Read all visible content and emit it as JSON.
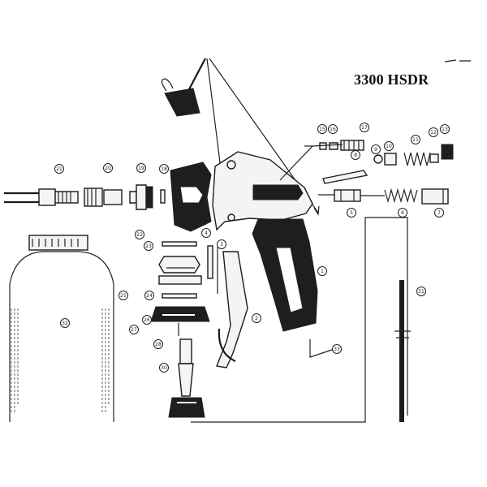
{
  "title": "3300 HSDR",
  "callouts": [
    {
      "id": "c1",
      "label": "1"
    },
    {
      "id": "c2",
      "label": "2"
    },
    {
      "id": "c3",
      "label": "3"
    },
    {
      "id": "c4",
      "label": "4"
    },
    {
      "id": "c5",
      "label": "5"
    },
    {
      "id": "c6",
      "label": "6"
    },
    {
      "id": "c7",
      "label": "7"
    },
    {
      "id": "c8",
      "label": "8"
    },
    {
      "id": "c9",
      "label": "9"
    },
    {
      "id": "c10",
      "label": "10"
    },
    {
      "id": "c11",
      "label": "11"
    },
    {
      "id": "c12",
      "label": "12"
    },
    {
      "id": "c13",
      "label": "13"
    },
    {
      "id": "c15",
      "label": "15"
    },
    {
      "id": "c16",
      "label": "16"
    },
    {
      "id": "c17",
      "label": "17"
    },
    {
      "id": "c18",
      "label": "18"
    },
    {
      "id": "c19",
      "label": "19"
    },
    {
      "id": "c20",
      "label": "20"
    },
    {
      "id": "c21",
      "label": "21"
    },
    {
      "id": "c22",
      "label": "22"
    },
    {
      "id": "c23",
      "label": "23"
    },
    {
      "id": "c24",
      "label": "24"
    },
    {
      "id": "c25",
      "label": "25"
    },
    {
      "id": "c26",
      "label": "26"
    },
    {
      "id": "c27",
      "label": "27"
    },
    {
      "id": "c28",
      "label": "28"
    },
    {
      "id": "c30",
      "label": "30"
    },
    {
      "id": "c31",
      "label": "31"
    },
    {
      "id": "c32",
      "label": "32"
    },
    {
      "id": "c33",
      "label": "33"
    }
  ]
}
